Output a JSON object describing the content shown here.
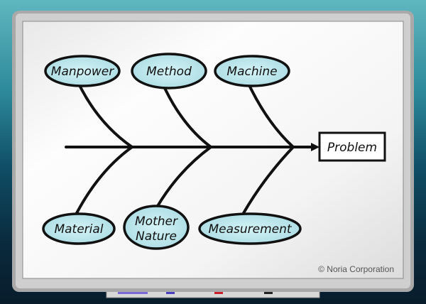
{
  "diagram": {
    "type": "fishbone",
    "problem": "Problem",
    "causes_top": [
      "Manpower",
      "Method",
      "Machine"
    ],
    "causes_bottom": [
      "Material",
      "Mother",
      "Nature",
      "Measurement"
    ],
    "copyright": "© Noria Corporation"
  },
  "colors": {
    "ellipse_fill": "#c6ecf0",
    "ink": "#111111"
  }
}
